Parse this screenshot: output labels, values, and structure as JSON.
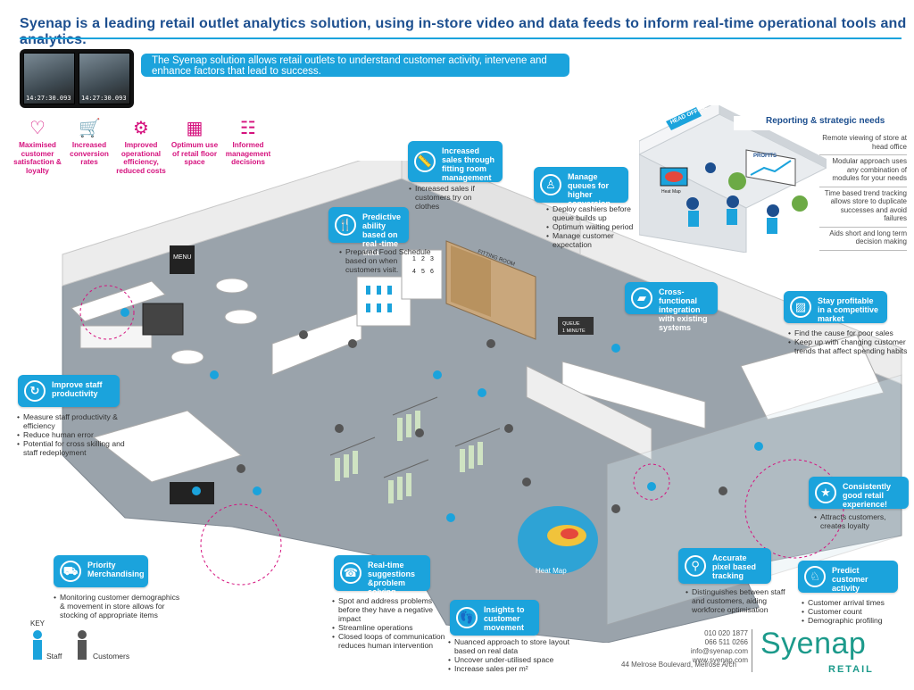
{
  "headline": "Syenap is a leading retail outlet analytics solution, using in-store video and data feeds to inform real-time operational tools and analytics.",
  "cctv": {
    "timestamp": "14:27:30.093"
  },
  "intro": "The Syenap solution allows retail outlets to understand customer activity, intervene and enhance factors that lead to success.",
  "benefits": [
    {
      "label": "Maximised customer satisfaction & loyalty",
      "icon": "people-heart-icon"
    },
    {
      "label": "Increased conversion rates",
      "icon": "cart-percent-icon"
    },
    {
      "label": "Improved operational efficiency, reduced costs",
      "icon": "gears-icon"
    },
    {
      "label": "Optimum use of retail floor space",
      "icon": "floor-plan-icon"
    },
    {
      "label": "Informed management decisions",
      "icon": "org-chart-icon"
    }
  ],
  "hq": {
    "sign": "HEAD OFFICE",
    "title": "Reporting & strategic needs",
    "items": [
      "Remote viewing of store at head office",
      "Modular approach uses any combination of modules for your needs",
      "Time based trend tracking allows store to duplicate successes and avoid failures",
      "Aids short and long term decision making"
    ],
    "screen_heatmap": "Heat Map",
    "screen_profits": "PROFITS"
  },
  "cards": {
    "fitting": {
      "title": "Increased sales through fitting room management",
      "bullets": [
        "Increased sales if customers try on clothes"
      ]
    },
    "queues": {
      "title": "Manage queues for higher conversion rates",
      "bullets": [
        "Deploy cashiers before queue builds up",
        "Optimum waiting period",
        "Manage customer expectation"
      ]
    },
    "predictive": {
      "title": "Predictive ability based on real -time data",
      "bullets": [
        "Prepared Food Schedule based on when customers visit."
      ]
    },
    "crossfunc": {
      "title": "Cross-functional integration with existing systems",
      "bullets": []
    },
    "profitable": {
      "title": "Stay profitable in a competitive market",
      "bullets": [
        "Find the cause for poor sales",
        "Keep up with changing customer trends that affect spending habits"
      ]
    },
    "staff": {
      "title": "Improve staff productivity",
      "bullets": [
        "Measure staff productivity & efficiency",
        "Reduce human error",
        "Potential for cross skilling and staff redeployment"
      ]
    },
    "experience": {
      "title": "Consistently good retail experience!",
      "bullets": [
        "Attracts customers, creates loyalty"
      ]
    },
    "merch": {
      "title": "Priority Merchandising",
      "bullets": [
        "Monitoring customer demographics & movement in store allows for stocking of appropriate items"
      ]
    },
    "realtime": {
      "title": "Real-time suggestions &problem solving",
      "bullets": [
        "Spot and address problems before they have a negative impact",
        "Streamline operations",
        "Closed loops of communication reduces human intervention"
      ]
    },
    "insights": {
      "title": "Insights to customer movement",
      "bullets": [
        "Nuanced approach to store layout based on real data",
        "Uncover under-utilised space",
        "Increase sales per m²"
      ]
    },
    "pixel": {
      "title": "Accurate pixel based tracking",
      "bullets": [
        "Distinguishes between staff and customers, aiding workforce optimisation"
      ]
    },
    "predictcust": {
      "title": "Predict customer activity",
      "bullets": [
        "Customer arrival times",
        "Customer count",
        "Demographic profiling"
      ]
    }
  },
  "store": {
    "fitting_room_sign": "FITTING ROOM",
    "queue_sign": "QUEUE\n1 MINUTE",
    "menu_sign": "MENU",
    "heatmap_label": "Heat Map",
    "sizes": [
      "1",
      "2",
      "3",
      "4",
      "5",
      "6"
    ]
  },
  "key": {
    "title": "KEY",
    "staff": "Staff",
    "customers": "Customers"
  },
  "contact": {
    "phone1": "010 020 1877",
    "phone2": "066 511 0266",
    "email": "info@syenap.com",
    "web": "www.syenap.com",
    "address": "44 Melrose Boulevard, Melrose Arch"
  },
  "logo": {
    "name": "Syenap",
    "sub": "RETAIL"
  },
  "colors": {
    "brand_blue": "#1ba3dc",
    "headline_navy": "#1d4f8f",
    "benefit_pink": "#d5127e",
    "logo_teal": "#1c9a8b",
    "floor_grey": "#9aa3ab"
  }
}
